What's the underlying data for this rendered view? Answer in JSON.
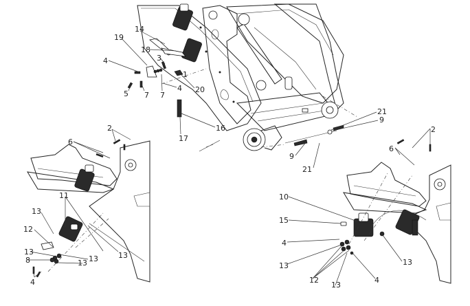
{
  "diagram": {
    "title": "Hydraulic control valve exploded assembly",
    "views": [
      {
        "id": "top-center",
        "description": "Loader frame with valve and lever linkage"
      },
      {
        "id": "bottom-left",
        "description": "Valve mounting, left side"
      },
      {
        "id": "bottom-right",
        "description": "Valve mounting, right side"
      }
    ],
    "callouts": {
      "top": [
        {
          "label": "14"
        },
        {
          "label": "19"
        },
        {
          "label": "18"
        },
        {
          "label": "3"
        },
        {
          "label": "4"
        },
        {
          "label": "1"
        },
        {
          "label": "5"
        },
        {
          "label": "7"
        },
        {
          "label": "7"
        },
        {
          "label": "4"
        },
        {
          "label": "20"
        },
        {
          "label": "16"
        },
        {
          "label": "17"
        },
        {
          "label": "21"
        },
        {
          "label": "9"
        },
        {
          "label": "9"
        },
        {
          "label": "21"
        }
      ],
      "left": [
        {
          "label": "2"
        },
        {
          "label": "6"
        },
        {
          "label": "11"
        },
        {
          "label": "13"
        },
        {
          "label": "12"
        },
        {
          "label": "13"
        },
        {
          "label": "13"
        },
        {
          "label": "8"
        },
        {
          "label": "13"
        },
        {
          "label": "13"
        },
        {
          "label": "4"
        }
      ],
      "right": [
        {
          "label": "2"
        },
        {
          "label": "6"
        },
        {
          "label": "10"
        },
        {
          "label": "15"
        },
        {
          "label": "4"
        },
        {
          "label": "13"
        },
        {
          "label": "13"
        },
        {
          "label": "12"
        },
        {
          "label": "13"
        },
        {
          "label": "4"
        }
      ]
    }
  }
}
